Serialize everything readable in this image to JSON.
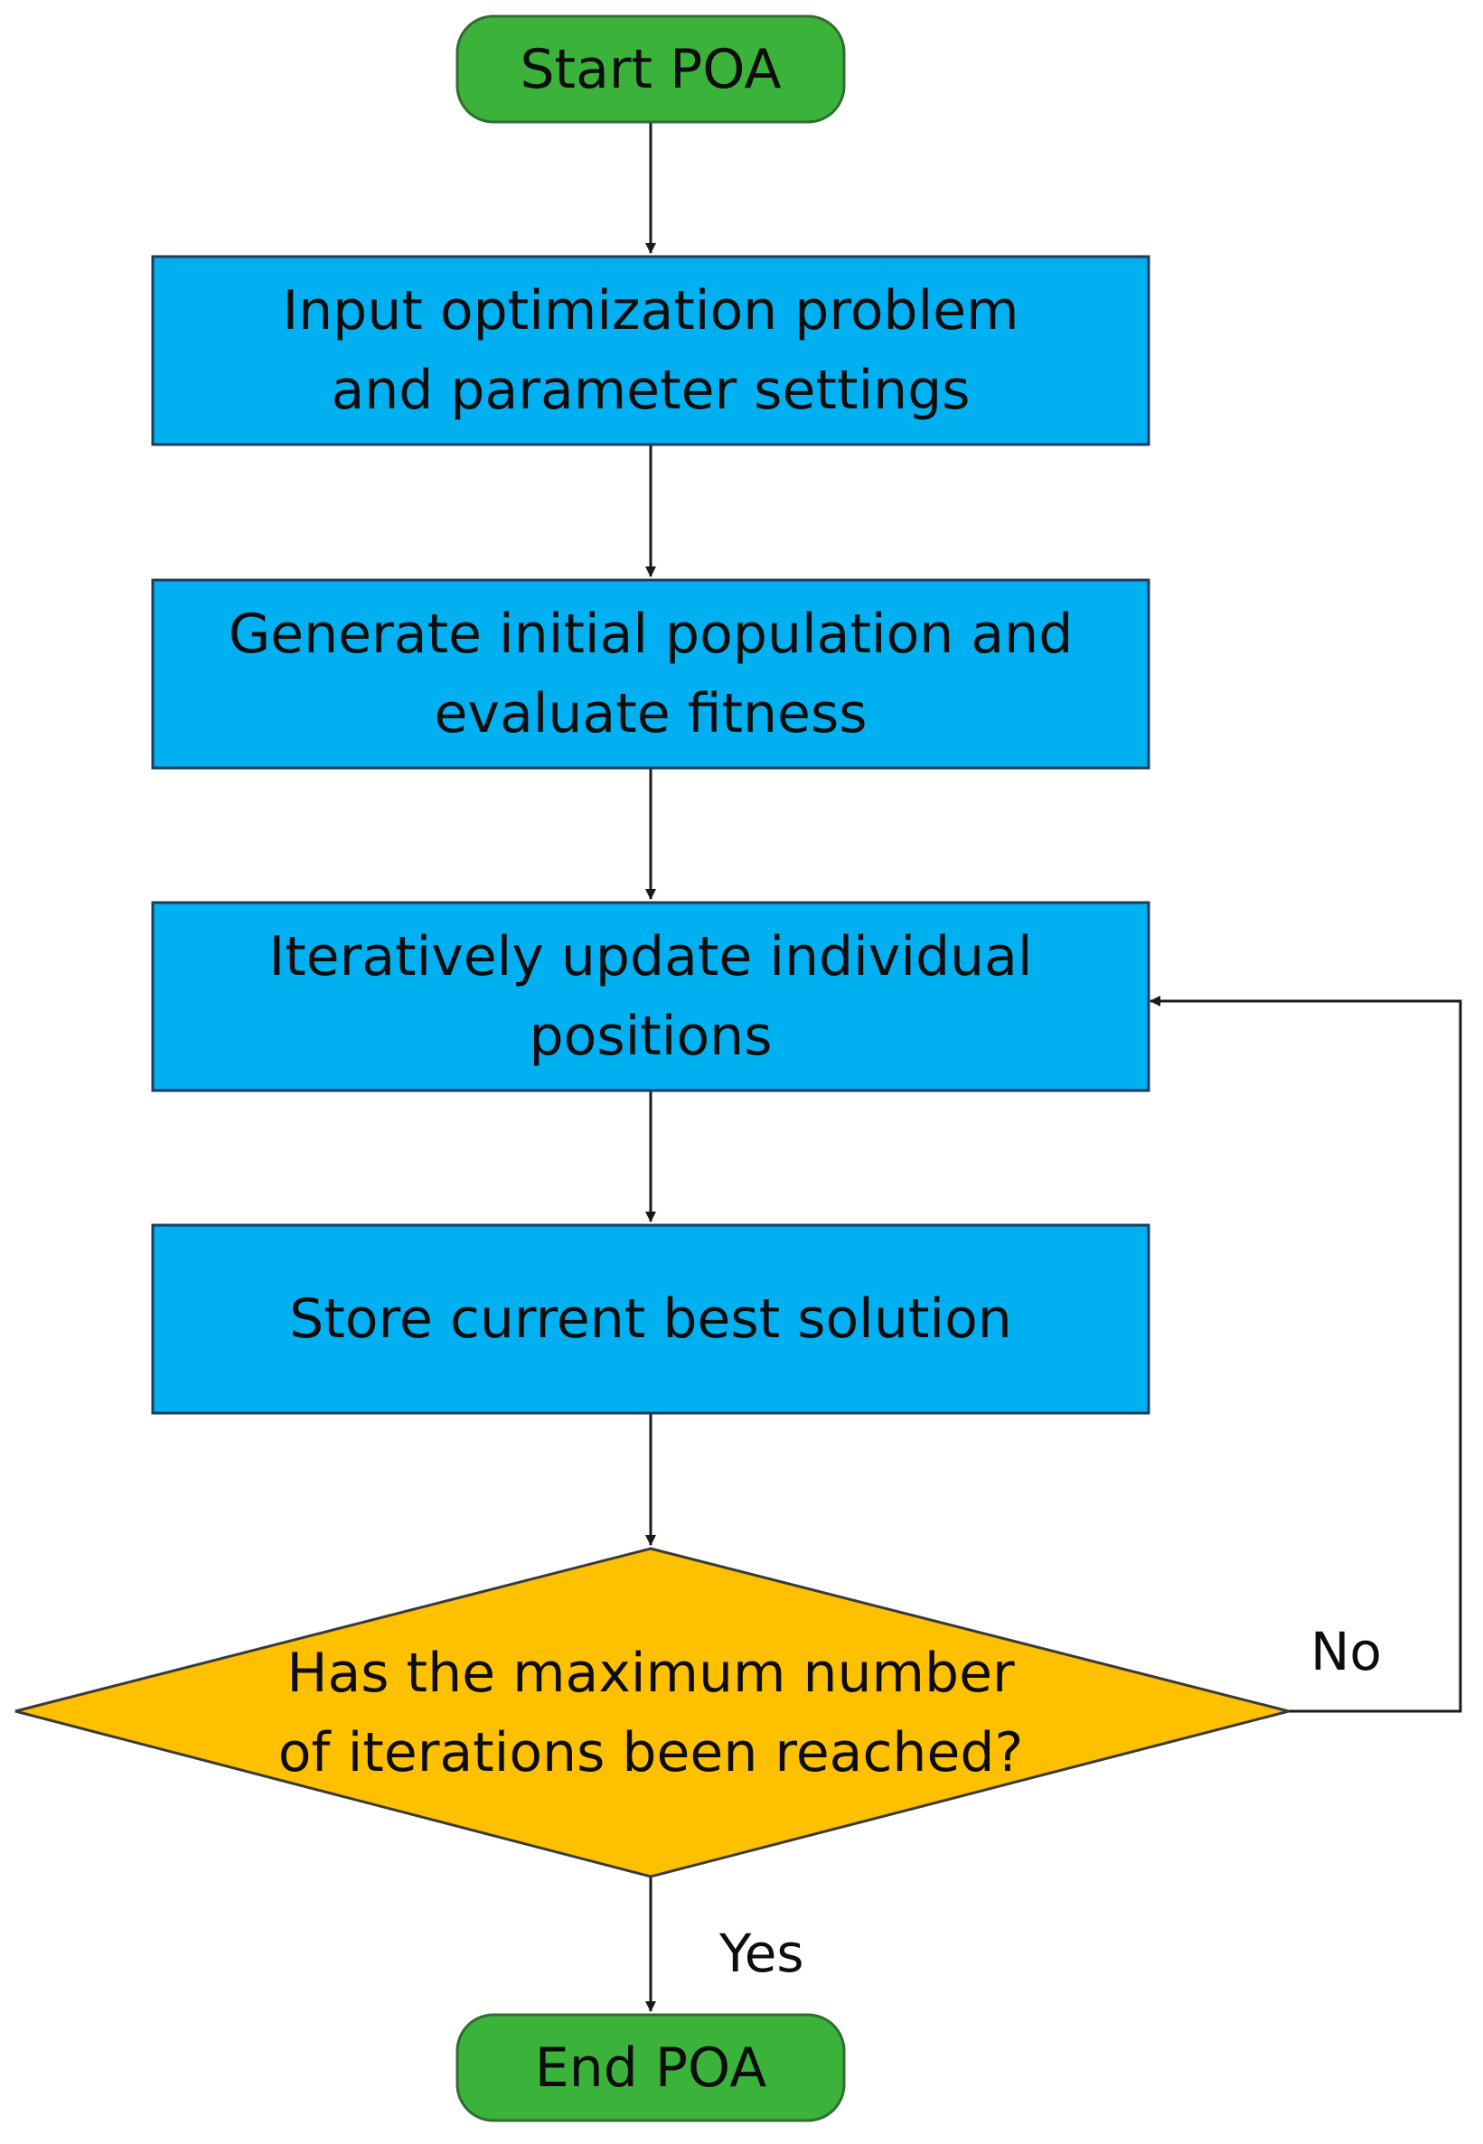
{
  "colors": {
    "terminal_fill": "#3bb33b",
    "terminal_stroke": "#2f6e2f",
    "process_fill": "#00b0f0",
    "process_stroke": "#1f3a5a",
    "decision_fill": "#ffc000",
    "decision_stroke": "#3a3a3a",
    "connector": "#1a1a1a",
    "text": "#0d0d0d"
  },
  "nodes": {
    "start": {
      "label": "Start POA"
    },
    "input": {
      "line1": "Input optimization problem",
      "line2": "and parameter settings"
    },
    "generate": {
      "line1": "Generate initial population and",
      "line2": "evaluate fitness"
    },
    "update": {
      "line1": "Iteratively update individual",
      "line2": "positions"
    },
    "store": {
      "label": "Store current best solution"
    },
    "decision": {
      "line1": "Has the maximum number",
      "line2": "of iterations been reached?"
    },
    "end": {
      "label": "End POA"
    }
  },
  "edges": {
    "no_label": "No",
    "yes_label": "Yes"
  }
}
